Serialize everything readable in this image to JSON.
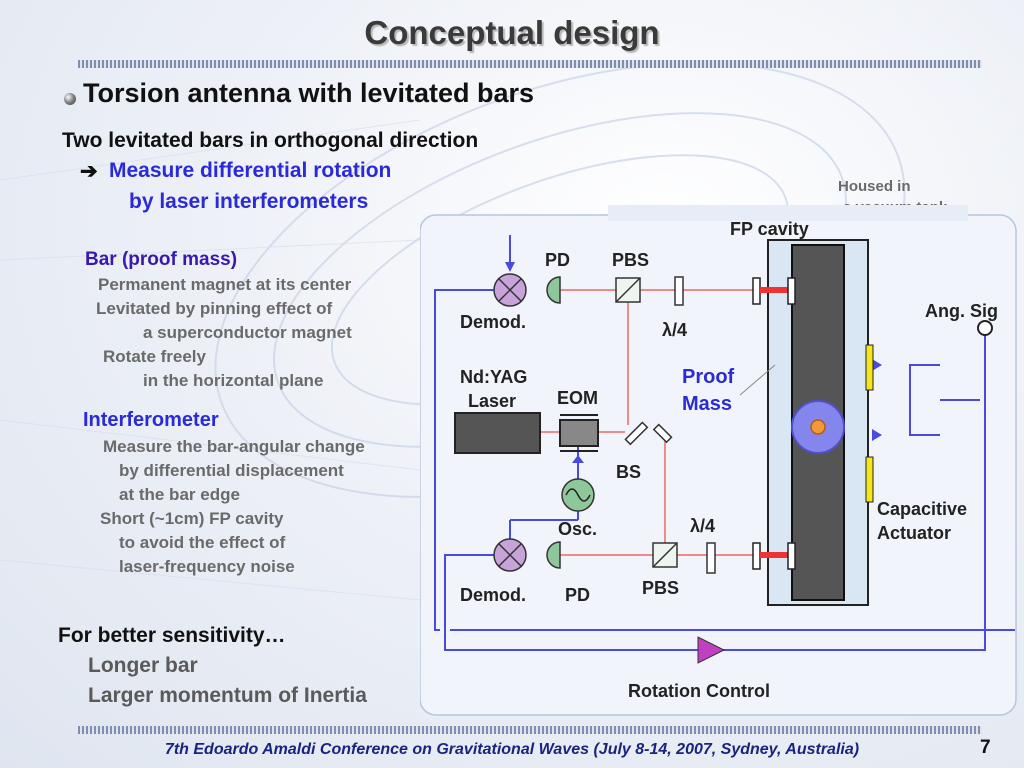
{
  "title": "Conceptual design",
  "bullet": "Torsion antenna with levitated bars",
  "intro": {
    "line1": "Two levitated bars in orthogonal direction",
    "arrow": "➔",
    "line2": "Measure differential rotation",
    "line3": "by laser interferometers"
  },
  "housed": {
    "line1": "Housed in",
    "line2": "a vacuum tank"
  },
  "bar_section": {
    "heading": "Bar (proof mass)",
    "lines": [
      "Permanent magnet at its center",
      "Levitated by pinning effect of",
      "a superconductor magnet",
      "Rotate freely",
      "in the horizontal plane"
    ]
  },
  "interferometer_section": {
    "heading": "Interferometer",
    "lines": [
      "Measure the bar-angular change",
      "by differential displacement",
      "at the bar edge",
      "Short (~1cm) FP cavity",
      "to avoid the effect of",
      "laser-frequency noise"
    ]
  },
  "sensitivity": {
    "heading": "For better sensitivity…",
    "lines": [
      "Longer bar",
      "Larger momentum of Inertia"
    ]
  },
  "diagram": {
    "fp_cavity": "FP cavity",
    "pd_top": "PD",
    "pbs_top": "PBS",
    "demod_top": "Demod.",
    "lambda_top": "λ/4",
    "ang_sig": "Ang. Sig",
    "laser_line1": "Nd:YAG",
    "laser_line2": "Laser",
    "eom": "EOM",
    "bs": "BS",
    "osc": "Osc.",
    "proof_line1": "Proof",
    "proof_line2": "Mass",
    "cap_line1": "Capacitive",
    "cap_line2": "Actuator",
    "lambda_bottom": "λ/4",
    "demod_bottom": "Demod.",
    "pd_bottom": "PD",
    "pbs_bottom": "PBS",
    "rotation_control": "Rotation Control"
  },
  "footer": "7th Edoardo Amaldi Conference on Gravitational Waves (July 8-14, 2007, Sydney, Australia)",
  "page_number": "7"
}
